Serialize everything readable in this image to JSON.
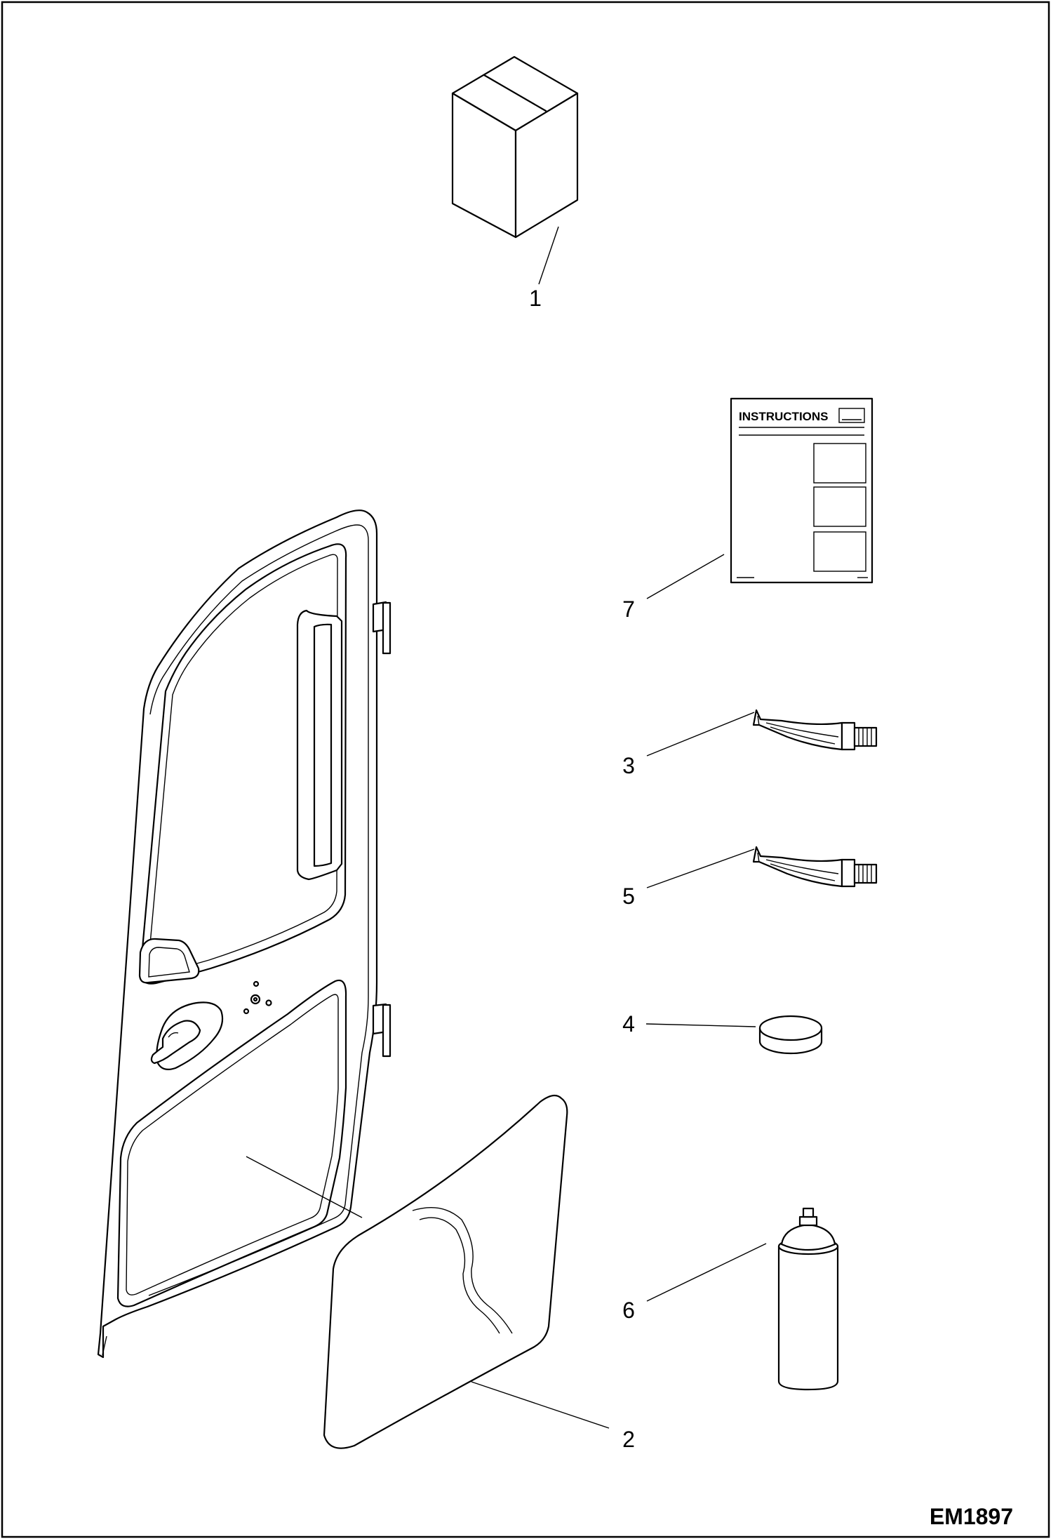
{
  "callouts": {
    "box": "1",
    "window_panel": "2",
    "tube_upper": "3",
    "puck": "4",
    "tube_lower": "5",
    "spray_can": "6",
    "instruction_sheet": "7"
  },
  "instruction_sheet": {
    "title": "INSTRUCTIONS"
  },
  "drawing_number": "EM1897"
}
